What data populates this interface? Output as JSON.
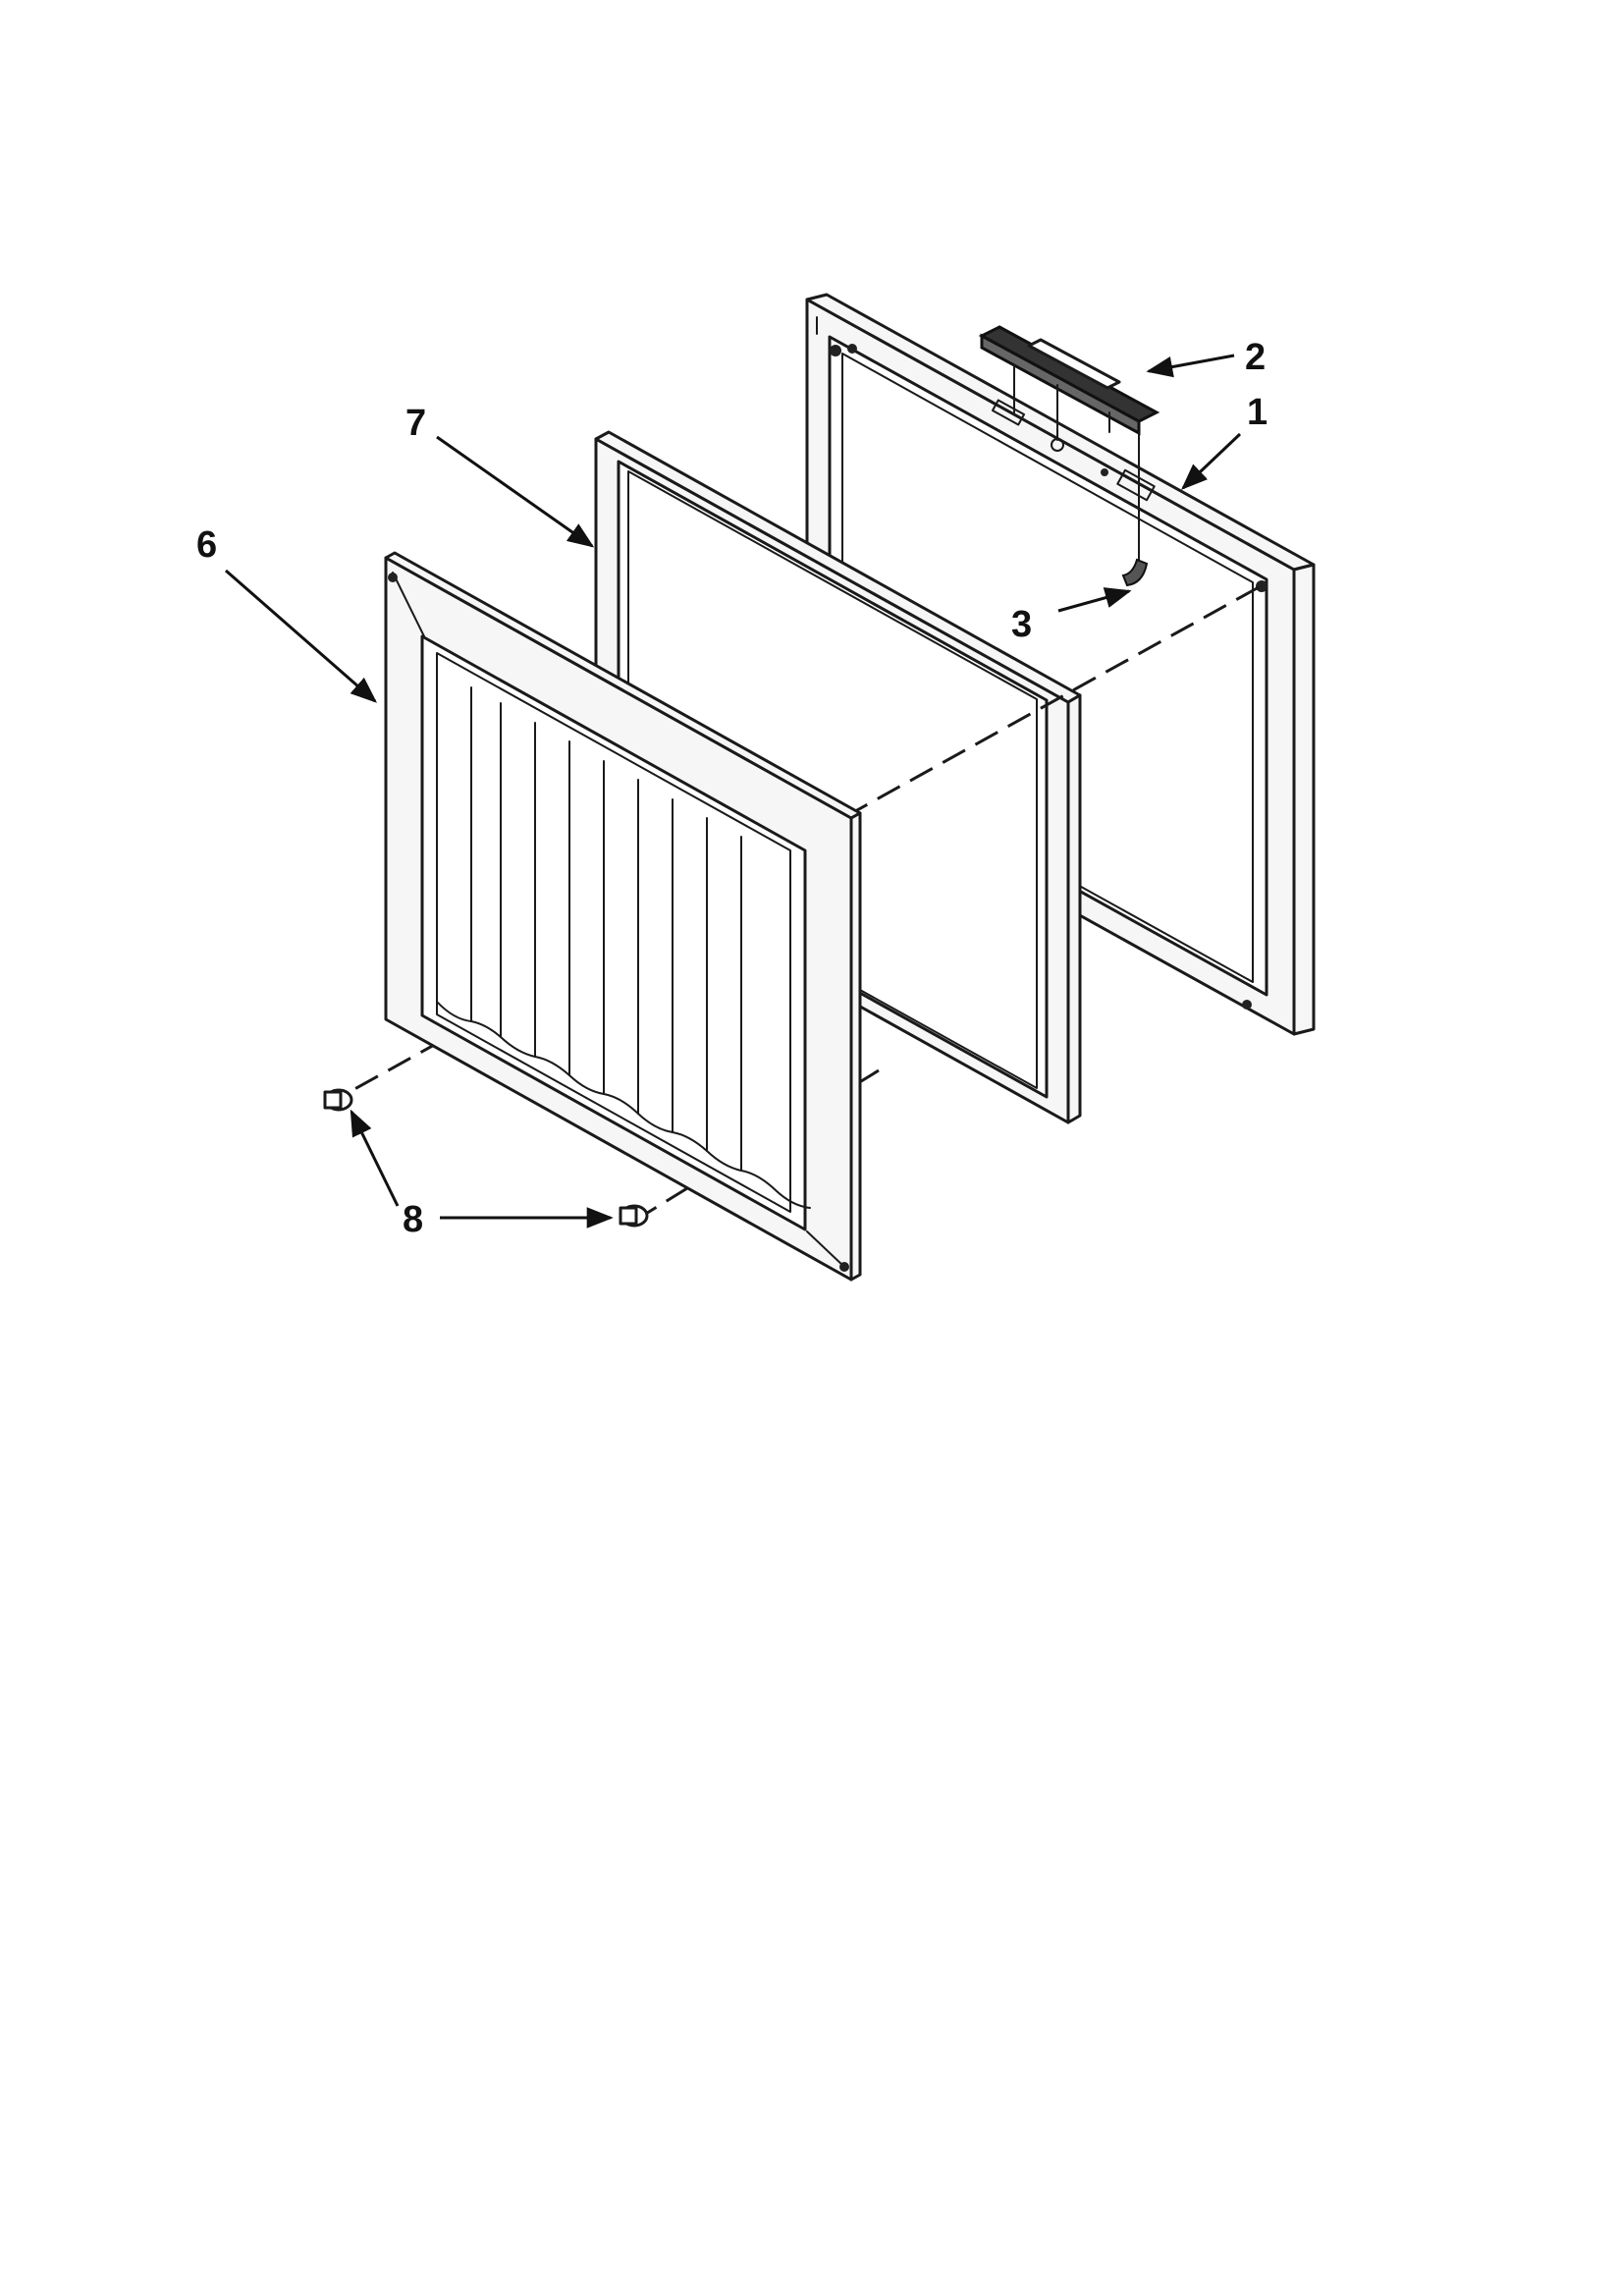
{
  "callouts": {
    "c1": "1",
    "c2": "2",
    "c3": "3",
    "c6": "6",
    "c7": "7",
    "c8": "8"
  }
}
